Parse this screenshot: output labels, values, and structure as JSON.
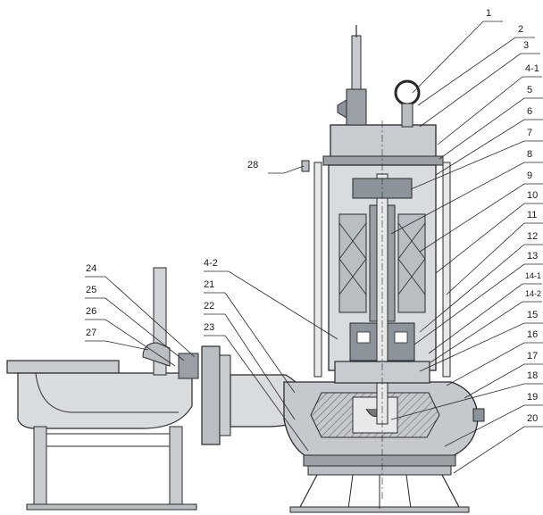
{
  "callouts_right": [
    {
      "label": "1"
    },
    {
      "label": "2"
    },
    {
      "label": "3"
    },
    {
      "label": "4-1"
    },
    {
      "label": "5"
    },
    {
      "label": "6"
    },
    {
      "label": "7"
    },
    {
      "label": "8"
    },
    {
      "label": "9"
    },
    {
      "label": "10"
    },
    {
      "label": "11"
    },
    {
      "label": "12"
    },
    {
      "label": "13"
    },
    {
      "label": "14-1"
    },
    {
      "label": "14-2"
    },
    {
      "label": "15"
    },
    {
      "label": "16"
    },
    {
      "label": "17"
    },
    {
      "label": "18"
    },
    {
      "label": "19"
    },
    {
      "label": "20"
    }
  ],
  "callouts_left": [
    {
      "label": "28"
    },
    {
      "label": "24"
    },
    {
      "label": "25"
    },
    {
      "label": "26"
    },
    {
      "label": "27"
    },
    {
      "label": "4-2"
    },
    {
      "label": "21"
    },
    {
      "label": "22"
    },
    {
      "label": "23"
    }
  ],
  "colors": {
    "fill_light": "#d9dcdf",
    "fill_mid": "#b9bec3",
    "fill_dark": "#8d939a",
    "line": "#2a2a2a"
  }
}
